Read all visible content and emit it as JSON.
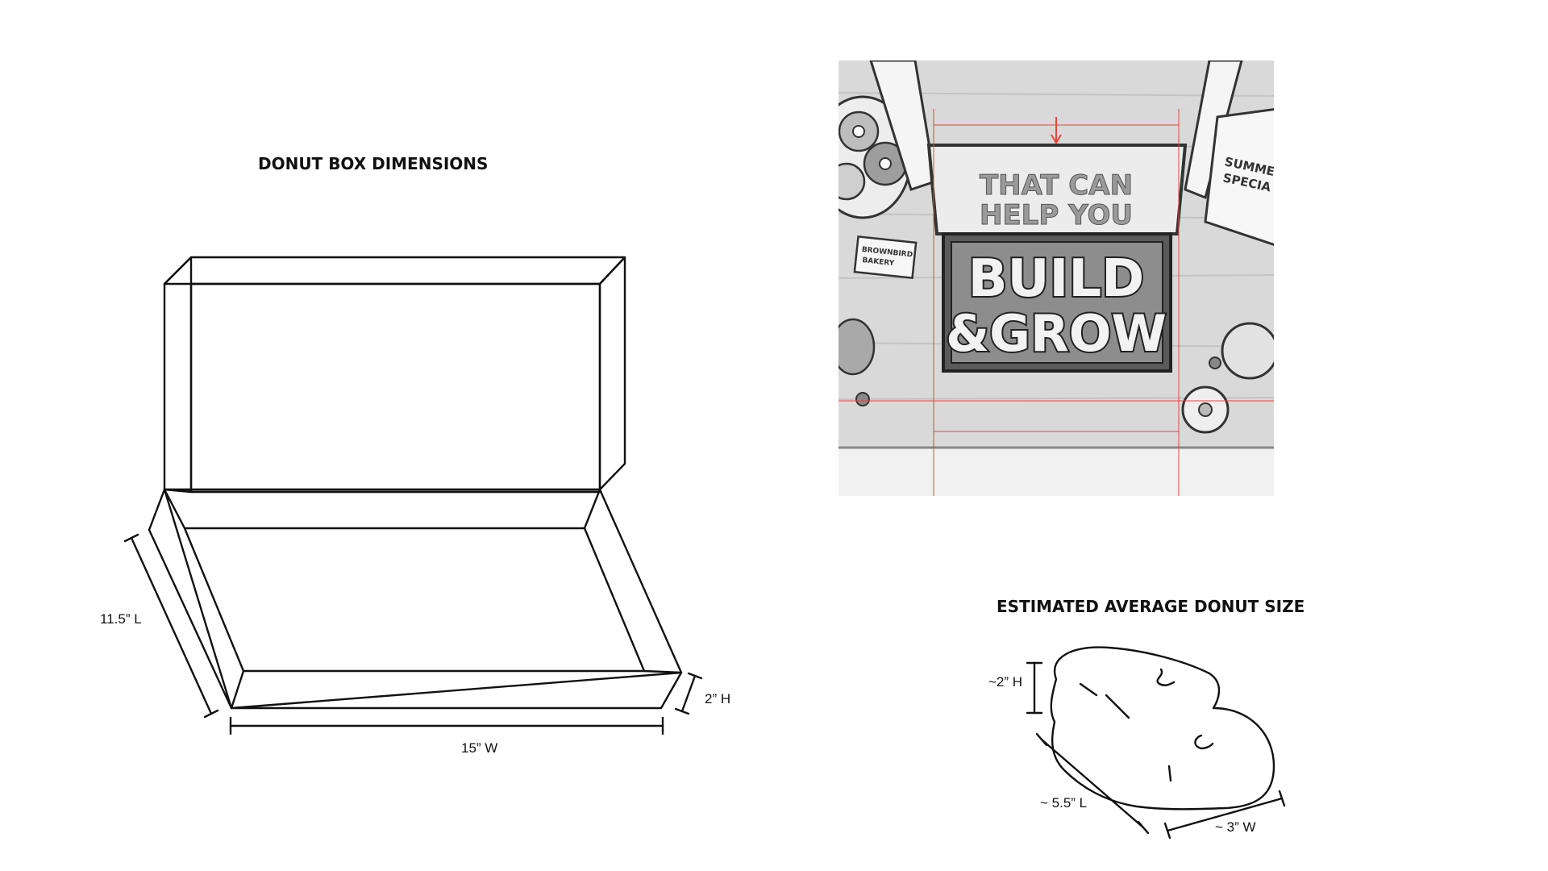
{
  "box": {
    "title": "DONUT BOX DIMENSIONS",
    "length_label": "11.5” L",
    "height_label": "2” H",
    "width_label": "15” W"
  },
  "donut": {
    "title": "ESTIMATED  AVERAGE DONUT SIZE",
    "height_label": "~2” H",
    "length_label": "~ 5.5” L",
    "width_label": "~ 3” W"
  },
  "illustration": {
    "lid_text_line1": "THAT CAN",
    "lid_text_line2": "HELP YOU",
    "donut_text_line1": "BUILD",
    "donut_text_line2": "&GROW",
    "card_text_line1": "BROWNBIRD",
    "card_text_line2": "BAKERY",
    "flyer_text_line1": "SUMME",
    "flyer_text_line2": "SPECIA",
    "guide_color": "#e8453c"
  }
}
